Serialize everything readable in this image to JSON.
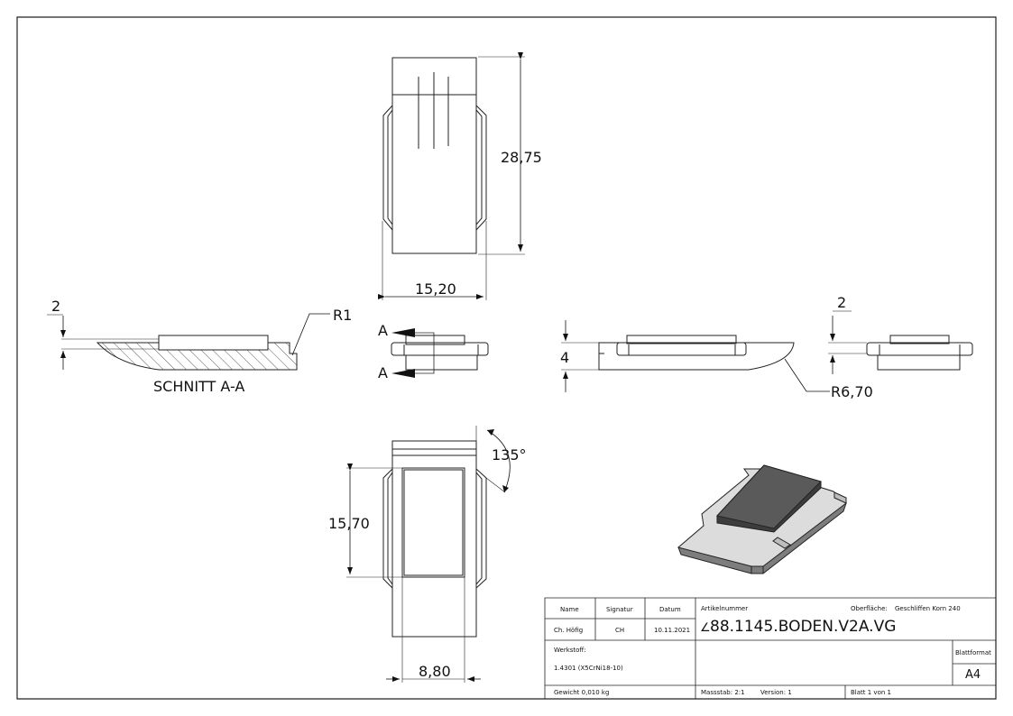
{
  "dimensions": {
    "top_height": "28,75",
    "top_width": "15,20",
    "section_thickness": "2",
    "section_radius": "R1",
    "section_label": "SCHNITT A-A",
    "section_marker": "A",
    "side_height": "4",
    "side_radius": "R6,70",
    "right_thickness": "2",
    "bottom_height": "15,70",
    "bottom_width": "8,80",
    "angle": "135°"
  },
  "title_block": {
    "headers": {
      "name": "Name",
      "signature": "Signatur",
      "date": "Datum"
    },
    "name": "Ch. Höfig",
    "signature": "CH",
    "date": "10.11.2021",
    "article_label": "Artikelnummer",
    "surface_label": "Oberfläche:",
    "surface_value": "Geschliffen Korn 240",
    "article_prefix": "∠",
    "article_number": "88.1145.BODEN.V2A.VG",
    "material_label": "Werkstoff:",
    "material_value": "1.4301 (X5CrNi18-10)",
    "format_label": "Blattformat",
    "format_value": "A4",
    "weight": "Gewicht 0,010 kg",
    "scale": "Massstab: 2:1",
    "version": "Version: 1",
    "sheet": "Blatt 1 von 1"
  }
}
